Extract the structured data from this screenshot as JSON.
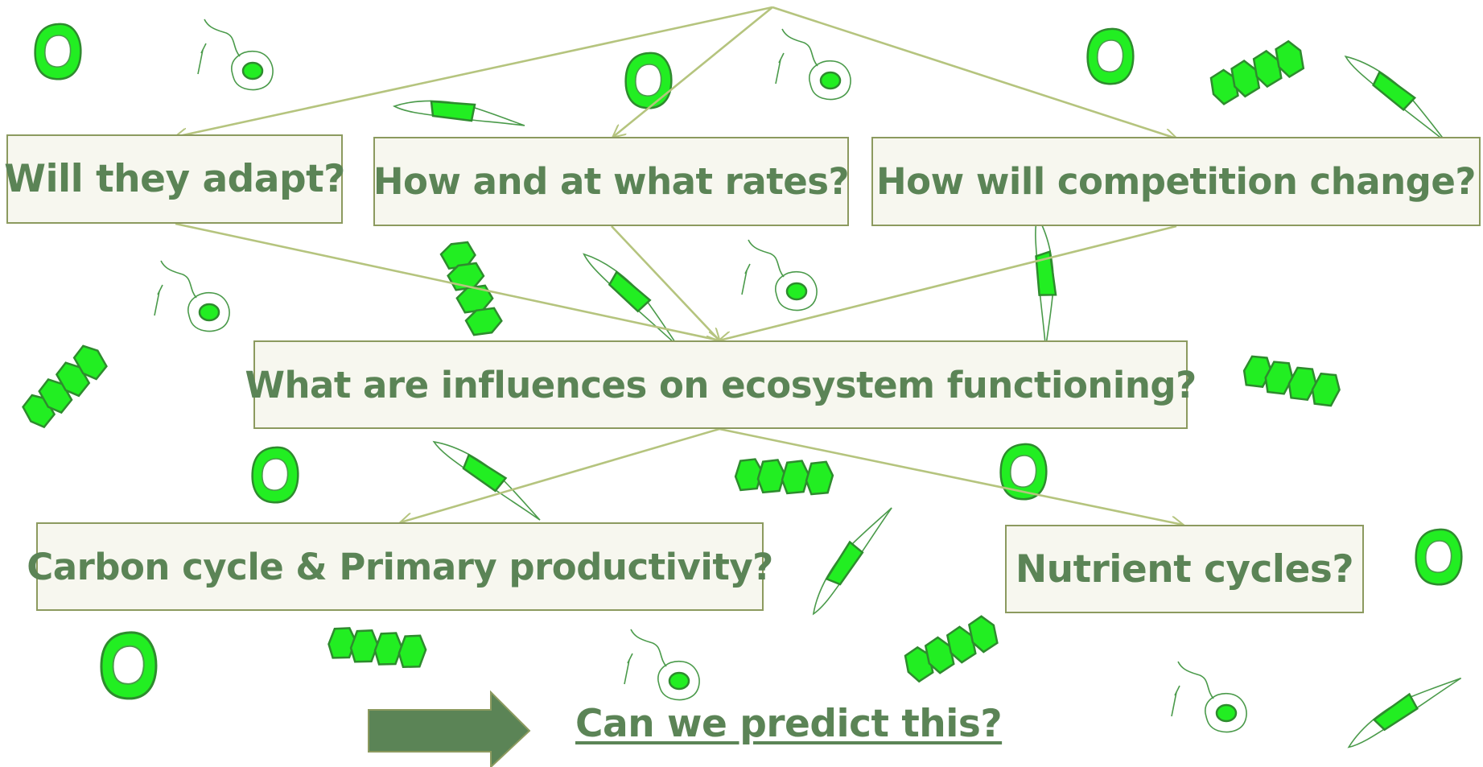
{
  "colors": {
    "box_fill": "#f7f7ef",
    "box_border": "#8c9a5f",
    "text": "#5b8456",
    "arrow": "#b5c47e",
    "cell_fill": "#22ee22",
    "cell_stroke": "#2e8b2e",
    "big_arrow": "#5b8456"
  },
  "questions": {
    "adapt": "Will they adapt?",
    "rates": "How and at what rates?",
    "competition": "How will competition change?",
    "ecosystem": "What are influences on ecosystem functioning?",
    "carbon": "Carbon cycle & Primary productivity?",
    "nutrients": "Nutrient cycles?"
  },
  "footer": {
    "arrow_icon": "right-block-arrow-icon",
    "predict_link": "Can we predict this?"
  },
  "decorations": {
    "coccolith": "coccolith-cell-icon",
    "flagellate": "flagellate-cell-icon",
    "diatom": "diatom-cell-icon",
    "chain": "chain-diatom-icon"
  }
}
